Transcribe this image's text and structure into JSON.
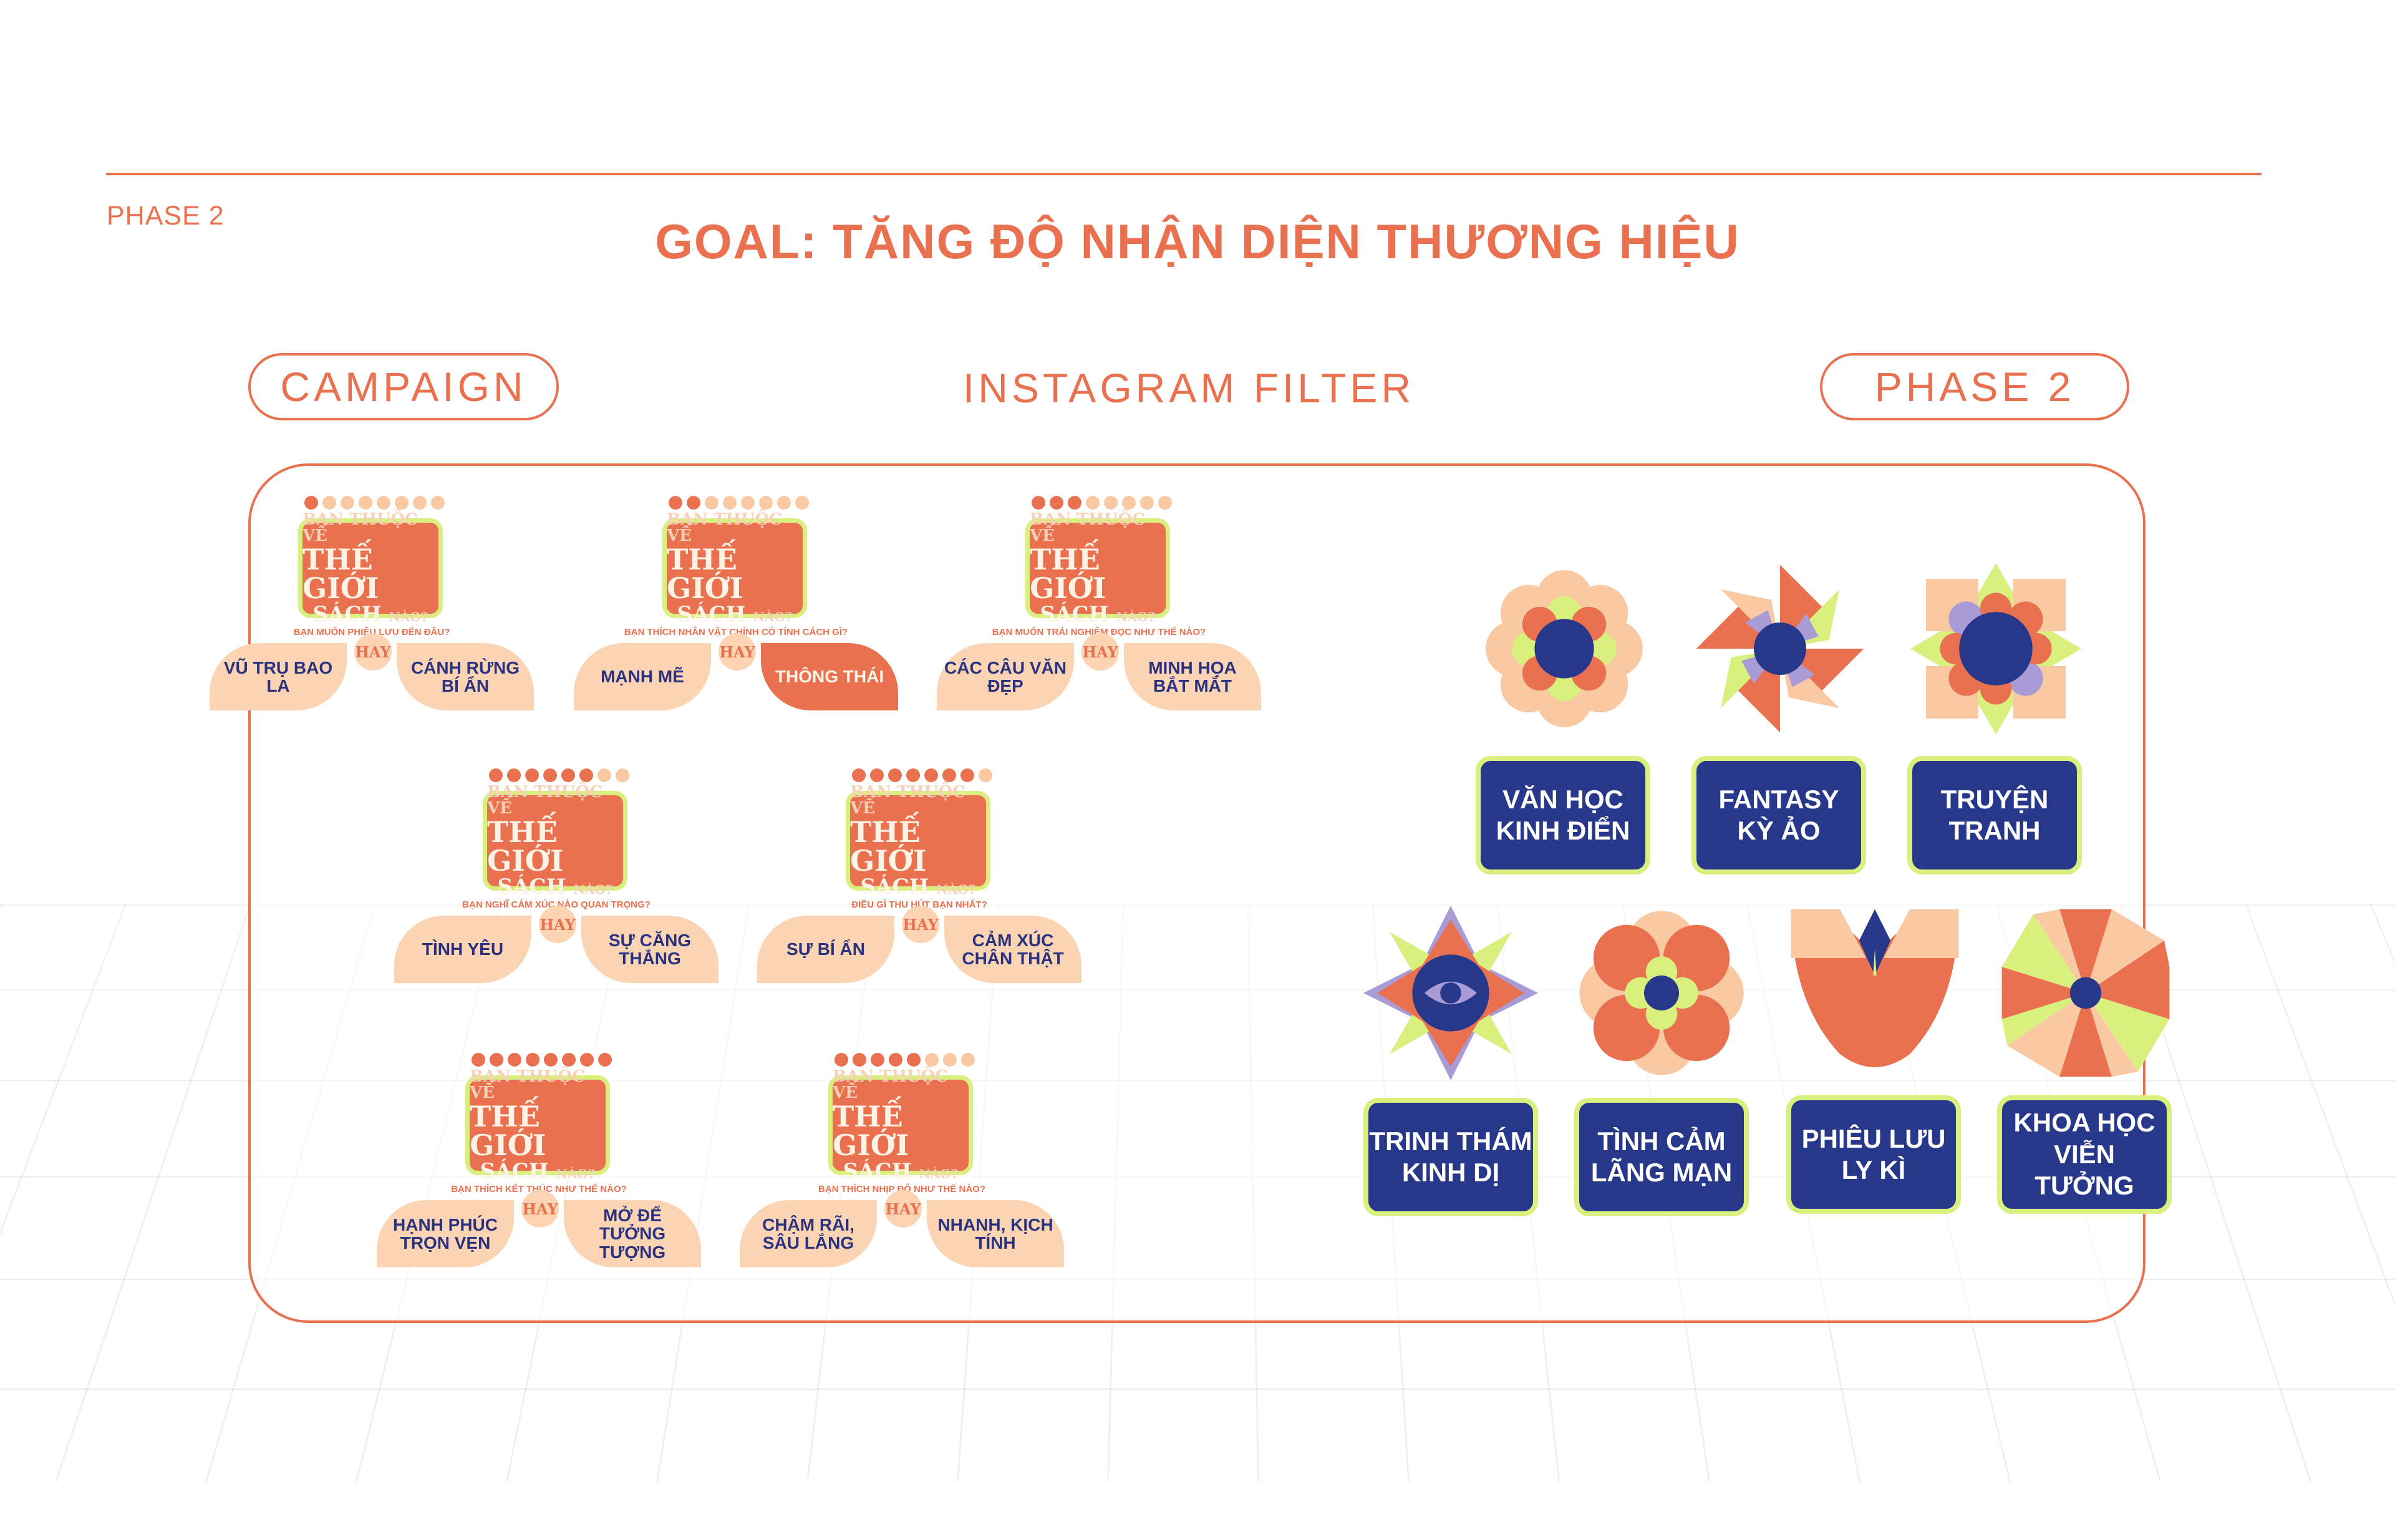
{
  "header": {
    "phase_label": "PHASE 2",
    "goal": "GOAL: TĂNG ĐỘ NHẬN DIỆN THƯƠNG HIỆU"
  },
  "pills": {
    "left": "CAMPAIGN",
    "center": "INSTAGRAM FILTER",
    "right": "PHASE 2"
  },
  "logo": {
    "line1": "BẠN THUỘC VỀ",
    "line2": "THẾ GIỚI",
    "line3": "SÁCH",
    "line3_small": "NÀO?"
  },
  "hay_label": "HAY",
  "cards": [
    {
      "dots_on": 1,
      "question": "BẠN MUỐN PHIÊU LƯU ĐẾN ĐÂU?",
      "left": "VŨ TRỤ BAO LA",
      "right": "CÁNH RỪNG BÍ ẨN"
    },
    {
      "dots_on": 2,
      "question": "BẠN THÍCH NHÂN VẬT CHÍNH CÓ TÍNH CÁCH GÌ?",
      "left": "MẠNH MẼ",
      "right": "THÔNG THÁI"
    },
    {
      "dots_on": 3,
      "question": "BẠN MUỐN TRẢI NGHIỆM ĐỌC NHƯ THẾ NÀO?",
      "left": "CÁC CÂU VĂN ĐẸP",
      "right": "MINH HỌA BẮT MẮT"
    },
    {
      "dots_on": 6,
      "question": "BẠN NGHĨ CẢM XÚC NÀO QUAN TRỌNG?",
      "left": "TÌNH YÊU",
      "right": "SỰ CĂNG THẲNG"
    },
    {
      "dots_on": 7,
      "question": "ĐIỀU GÌ THU HÚT BẠN NHẤT?",
      "left": "SỰ BÍ ẨN",
      "right": "CẢM XÚC CHÂN THẬT"
    },
    {
      "dots_on": 8,
      "question": "BẠN THÍCH KẾT THÚC NHƯ THẾ NÀO?",
      "left": "HẠNH PHÚC TRỌN VẸN",
      "right": "MỞ ĐỂ TƯỞNG TƯỢNG"
    },
    {
      "dots_on": 5,
      "question": "BẠN THÍCH NHỊP ĐỘ NHƯ THẾ NÀO?",
      "left": "CHẬM RÃI, SÂU LẮNG",
      "right": "NHANH, KỊCH TÍNH"
    }
  ],
  "genres": [
    {
      "line1": "VĂN HỌC",
      "line2": "KINH ĐIỂN"
    },
    {
      "line1": "FANTASY",
      "line2": "KỲ ẢO"
    },
    {
      "line1": "TRUYỆN",
      "line2": "TRANH"
    },
    {
      "line1": "TRINH THÁM",
      "line2": "KINH DỊ"
    },
    {
      "line1": "TÌNH CẢM",
      "line2": "LÃNG MẠN"
    },
    {
      "line1": "PHIÊU LƯU",
      "line2": "LY KÌ"
    },
    {
      "line1": "KHOA HỌC",
      "line2": "VIỄN TƯỞNG"
    }
  ],
  "colors": {
    "accent": "#e9714f",
    "peach": "#fbd4b3",
    "navy": "#27388a",
    "lime": "#d9f07f",
    "lavender": "#a89bd6"
  }
}
